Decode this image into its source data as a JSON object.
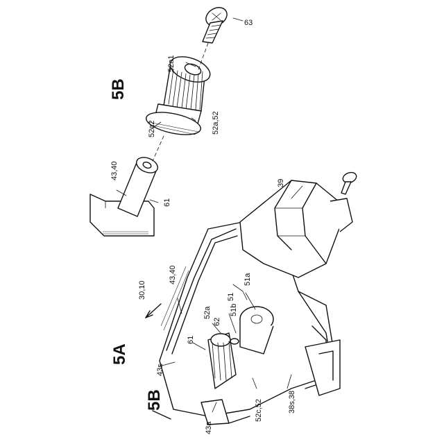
{
  "view_labels": {
    "detail": "5B",
    "main": "5A",
    "section_ref": "5B"
  },
  "labels": {
    "screw_top": "63",
    "gear_top": "52a1",
    "gear_flange": "52a2",
    "gear_assembly": "52a,52",
    "bracket": "43,40",
    "shaft": "61",
    "housing_cover": "39",
    "frame": "43,40",
    "device": "30,10",
    "motor_assembly": "51",
    "motor": "51a",
    "motor_shaft": "51b",
    "gear_a": "52a",
    "pinion": "62",
    "shaft_main": "61",
    "side_wall": "43s",
    "lower_tab": "43a",
    "gear_c": "52c,52",
    "side_plate": "38s,38"
  }
}
